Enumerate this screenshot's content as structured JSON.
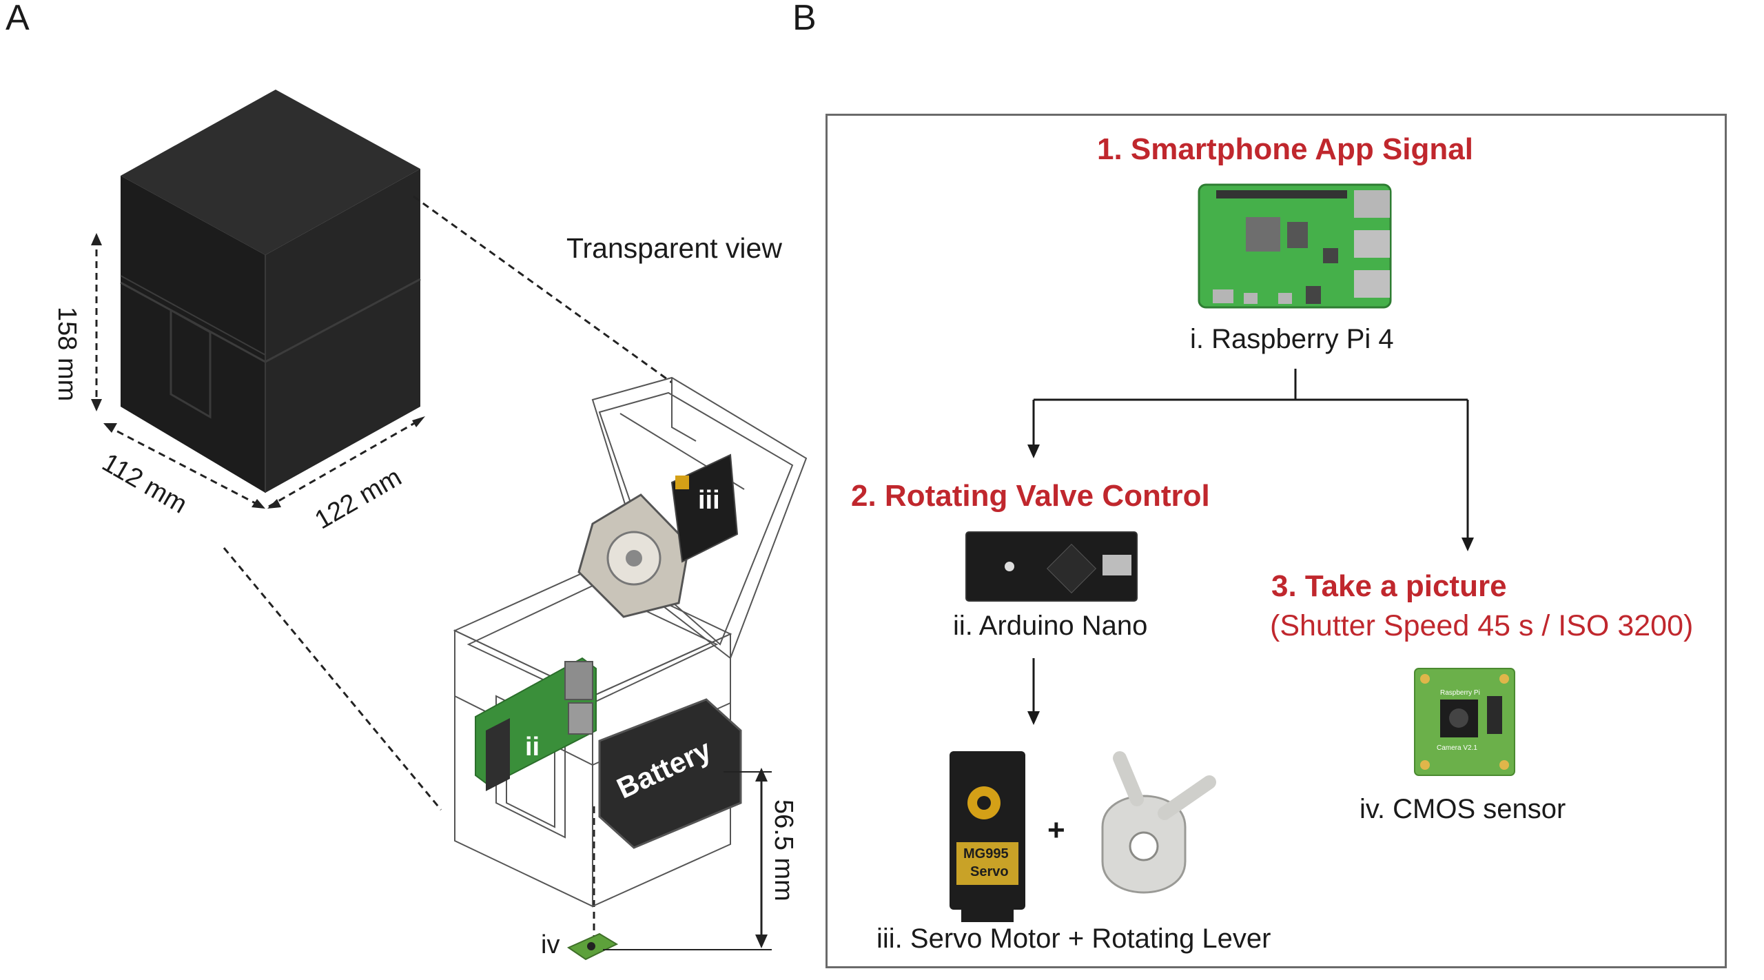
{
  "panels": {
    "a_letter": "A",
    "b_letter": "B"
  },
  "colors": {
    "step_title": "#c0272d",
    "enclosure": "#1f1f1f",
    "pcb_green": "#3aa63a",
    "outline": "#555555"
  },
  "panel_a": {
    "dimensions": {
      "height": "158 mm",
      "depth": "112 mm",
      "width": "122 mm",
      "sensor_offset": "56.5 mm"
    },
    "transparent_view_label": "Transparent view",
    "part_labels": {
      "servo": "iii",
      "arduino": "ii",
      "sensor": "iv",
      "battery": "Battery"
    }
  },
  "panel_b": {
    "step1": {
      "title": "1. Smartphone App Signal",
      "component": "i. Raspberry Pi 4"
    },
    "step2": {
      "title": "2. Rotating Valve Control",
      "component": "ii. Arduino Nano"
    },
    "servo_assembly": {
      "plus": "+",
      "component": "iii. Servo Motor + Rotating Lever",
      "servo_text_1": "MG995",
      "servo_text_2": "Servo"
    },
    "step3": {
      "title": "3. Take a picture",
      "subtitle": "(Shutter Speed 45 s / ISO 3200)",
      "component": "iv. CMOS sensor",
      "board_text": "Raspberry Pi",
      "board_text_2": "Camera V2.1"
    }
  }
}
